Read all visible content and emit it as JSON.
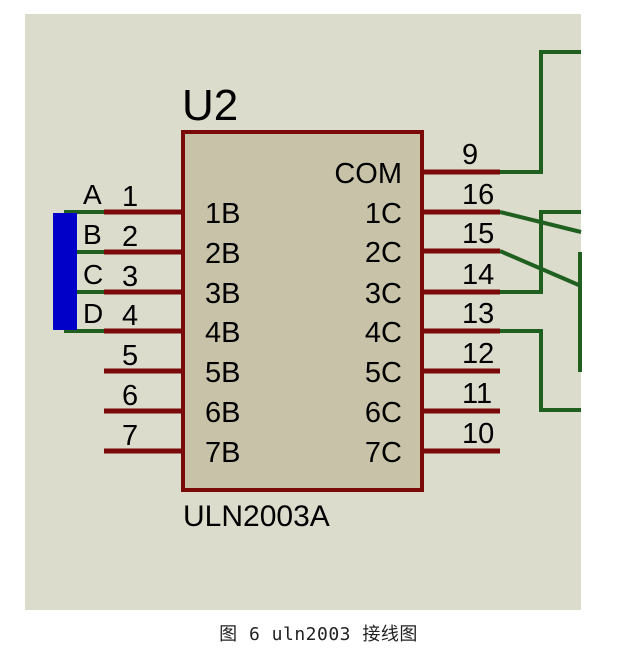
{
  "colors": {
    "canvas": "#dcdccc",
    "chip_fill": "#c8c3a8",
    "chip_border": "#7a0a0a",
    "pin": "#7a0a0a",
    "wire": "#1f5f1f",
    "connector": "#0000c8"
  },
  "component": {
    "ref": "U2",
    "part": "ULN2003A",
    "inputs": [
      {
        "pin": "1",
        "label": "1B",
        "net": "A"
      },
      {
        "pin": "2",
        "label": "2B",
        "net": "B"
      },
      {
        "pin": "3",
        "label": "3B",
        "net": "C"
      },
      {
        "pin": "4",
        "label": "4B",
        "net": "D"
      },
      {
        "pin": "5",
        "label": "5B",
        "net": ""
      },
      {
        "pin": "6",
        "label": "6B",
        "net": ""
      },
      {
        "pin": "7",
        "label": "7B",
        "net": ""
      }
    ],
    "outputs": [
      {
        "pin": "9",
        "label": "COM"
      },
      {
        "pin": "16",
        "label": "1C"
      },
      {
        "pin": "15",
        "label": "2C"
      },
      {
        "pin": "14",
        "label": "3C"
      },
      {
        "pin": "13",
        "label": "4C"
      },
      {
        "pin": "12",
        "label": "5C"
      },
      {
        "pin": "11",
        "label": "6C"
      },
      {
        "pin": "10",
        "label": "7C"
      }
    ]
  },
  "caption": "图 6 uln2003 接线图"
}
